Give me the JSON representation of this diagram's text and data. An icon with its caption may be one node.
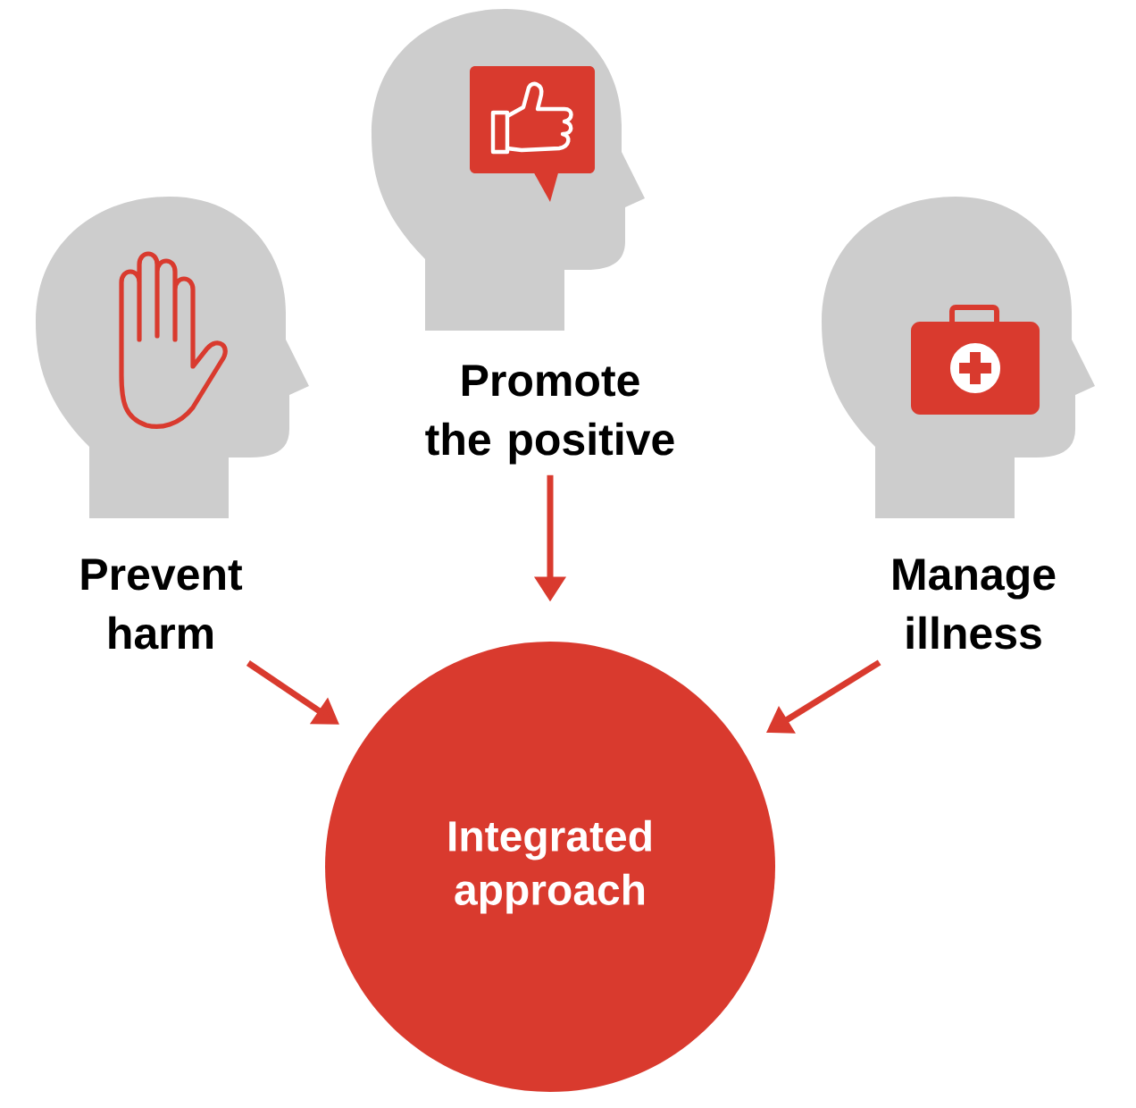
{
  "diagram": {
    "nodes": [
      {
        "text": [
          "Prevent harm"
        ]
      },
      {
        "text": [
          "Promote the positive"
        ]
      },
      {
        "text": [
          "Manage illness"
        ]
      },
      {
        "text": [
          "Integrated approach"
        ]
      }
    ],
    "edges": [
      {
        "from": 0,
        "to": 3,
        "arrow": "to"
      },
      {
        "from": 1,
        "to": 3,
        "arrow": "to"
      },
      {
        "from": 2,
        "to": 3,
        "arrow": "to"
      }
    ]
  }
}
